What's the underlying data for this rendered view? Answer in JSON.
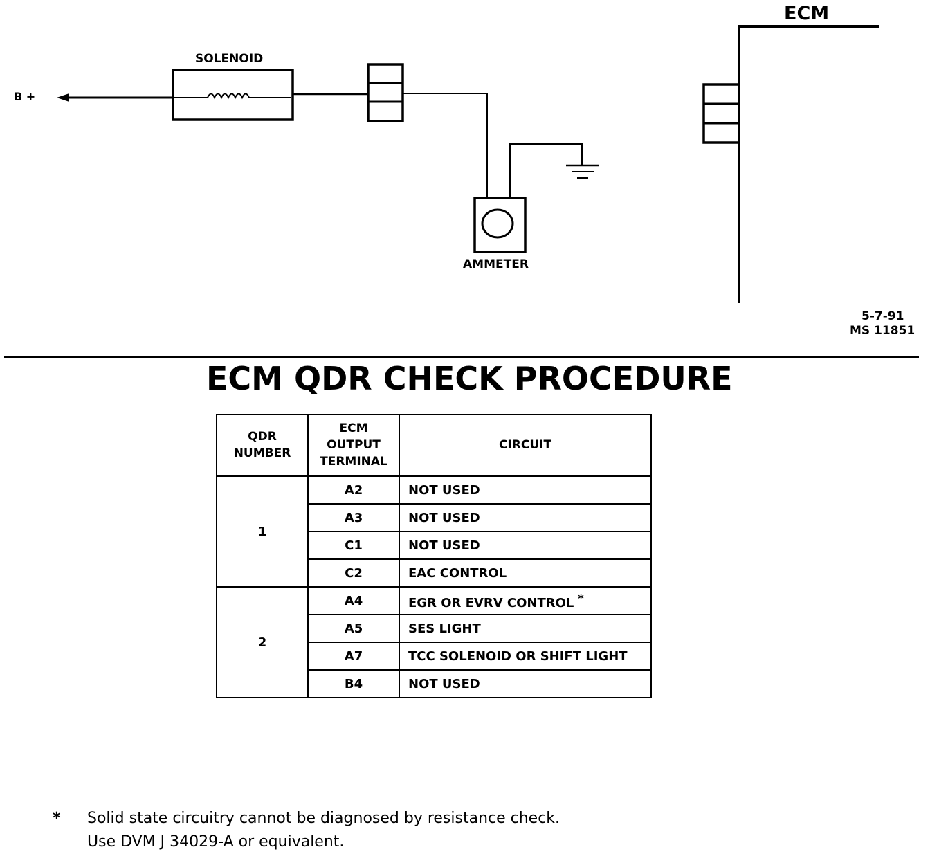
{
  "diagram": {
    "ecm_label": "ECM",
    "solenoid_label": "SOLENOID",
    "battery_label": "B +",
    "ammeter_label": "AMMETER",
    "date_code": "5-7-91",
    "figure_code": "MS 11851"
  },
  "title": "ECM QDR CHECK PROCEDURE",
  "table": {
    "headers": {
      "qdr_number": [
        "QDR",
        "NUMBER"
      ],
      "ecm_output_terminal": [
        "ECM",
        "OUTPUT",
        "TERMINAL"
      ],
      "circuit": "CIRCUIT"
    },
    "groups": [
      {
        "qdr": "1",
        "rows": [
          {
            "terminal": "A2",
            "circuit": "NOT USED",
            "star": ""
          },
          {
            "terminal": "A3",
            "circuit": "NOT USED",
            "star": ""
          },
          {
            "terminal": "C1",
            "circuit": "NOT USED",
            "star": ""
          },
          {
            "terminal": "C2",
            "circuit": "EAC CONTROL",
            "star": ""
          }
        ]
      },
      {
        "qdr": "2",
        "rows": [
          {
            "terminal": "A4",
            "circuit": "EGR OR EVRV CONTROL",
            "star": "*"
          },
          {
            "terminal": "A5",
            "circuit": "SES LIGHT",
            "star": ""
          },
          {
            "terminal": "A7",
            "circuit": "TCC SOLENOID OR SHIFT LIGHT",
            "star": ""
          },
          {
            "terminal": "B4",
            "circuit": "NOT USED",
            "star": ""
          }
        ]
      }
    ]
  },
  "footnote": {
    "marker": "*",
    "line1": "Solid state circuitry cannot be diagnosed by resistance check.",
    "line2": "Use DVM J 34029-A or equivalent."
  }
}
